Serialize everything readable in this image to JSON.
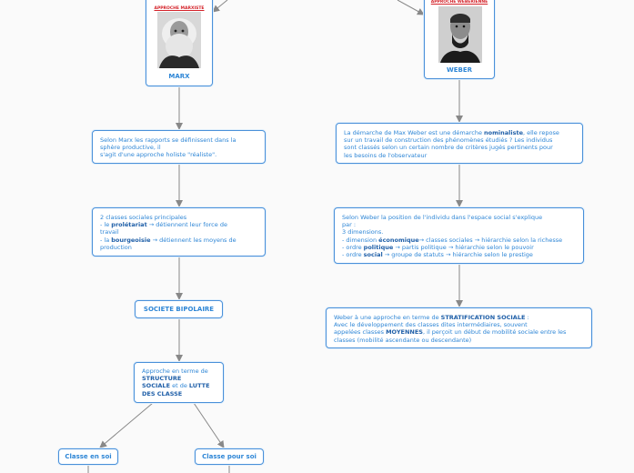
{
  "colors": {
    "accent": "#2e86d6",
    "border": "#4a90d9",
    "connector": "#888888",
    "caption_red": "#d4232a"
  },
  "marx": {
    "caption": "APPROCHE MARXISTE",
    "name": "MARX",
    "portrait": "marx-portrait"
  },
  "weber": {
    "caption": "APPROCHE WEBERIENNE",
    "name": "WEBER",
    "portrait": "weber-portrait"
  },
  "marx_rapports": {
    "line1": "Selon Marx les rapports se définissent dans la",
    "line2": "sphère productive, il",
    "line3": "s'agit d'une approche holiste \"réaliste\"."
  },
  "classes": {
    "title": "2 classes sociales principales",
    "prefix1": "- le ",
    "term1": "prolétariat",
    "rest1": " → détiennent leur force de",
    "rest1b": "travail",
    "prefix2": "- la ",
    "term2": "bourgeoisie",
    "rest2": " → détiennent les moyens de",
    "rest2b": "production"
  },
  "bipolaire": "SOCIETE BIPOLAIRE",
  "structure": {
    "line1": "Approche en terme de",
    "term1": "STRUCTURE",
    "term2": "SOCIALE",
    "mid": " et de ",
    "term3": "LUTTE",
    "term4": "DES CLASSE"
  },
  "classe_en_soi": "Classe en soi",
  "classe_pour_soi": "Classe pour soi",
  "weber_demarche": {
    "pre": "La démarche de Max Weber est une démarche ",
    "term": "nominaliste",
    "post": ", elle repose",
    "line2": "sur un travail de construction des phénomènes étudiés ? Les individus",
    "line3": "sont classés selon un certain nombre de critères jugés pertinents pour",
    "line4": "les besoins de l'observateur"
  },
  "weber_position": {
    "line1": "Selon Weber la position de l'individu dans l'espace social s'explique",
    "line2": "par :",
    "line3": "3 dimensions.",
    "d1pre": "- dimension ",
    "d1term": "économique",
    "d1post": "→ classes sociales → hiérarchie selon la richesse",
    "d2pre": "- ordre ",
    "d2term": "politique",
    "d2post": " → partis politique → hiérarchie selon le pouvoir",
    "d3pre": "- ordre ",
    "d3term": "social",
    "d3post": " → groupe de statuts → hiérarchie selon le prestige"
  },
  "weber_strat": {
    "pre": "Weber à une approche en terme de ",
    "term": "STRATIFICATION SOCIALE",
    "post": " :",
    "line2": "Avec le développement des classes dites intermédiaires, souvent",
    "l3pre": "appelées classes ",
    "l3term": "MOYENNES",
    "l3post": ", il perçoit un début de mobilité sociale entre les",
    "line4": "classes (mobilité ascendante ou descendante)"
  }
}
